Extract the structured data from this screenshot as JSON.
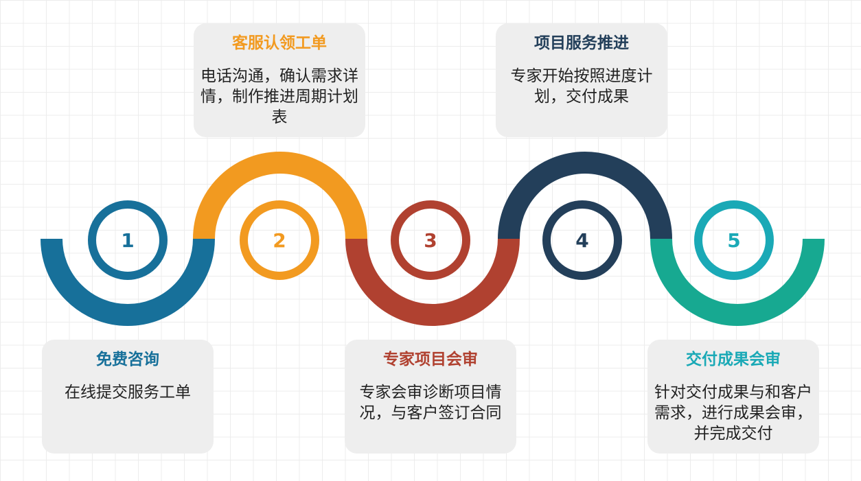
{
  "colors": {
    "step1": "#17709a",
    "step2": "#f29a20",
    "step3": "#b04130",
    "step4": "#233f5a",
    "step5": "#17a991",
    "step5_ring": "#1aa9b6"
  },
  "steps": [
    {
      "number": "1",
      "title": "免费咨询",
      "desc": "在线提交服务工单"
    },
    {
      "number": "2",
      "title": "客服认领工单",
      "desc": "电话沟通，确认需求详情，制作推进周期计划表"
    },
    {
      "number": "3",
      "title": "专家项目会审",
      "desc": "专家会审诊断项目情况，与客户签订合同"
    },
    {
      "number": "4",
      "title": "项目服务推进",
      "desc": "专家开始按照进度计划，交付成果"
    },
    {
      "number": "5",
      "title": "交付成果会审",
      "desc": "针对交付成果与和客户需求，进行成果会审，并完成交付"
    }
  ]
}
